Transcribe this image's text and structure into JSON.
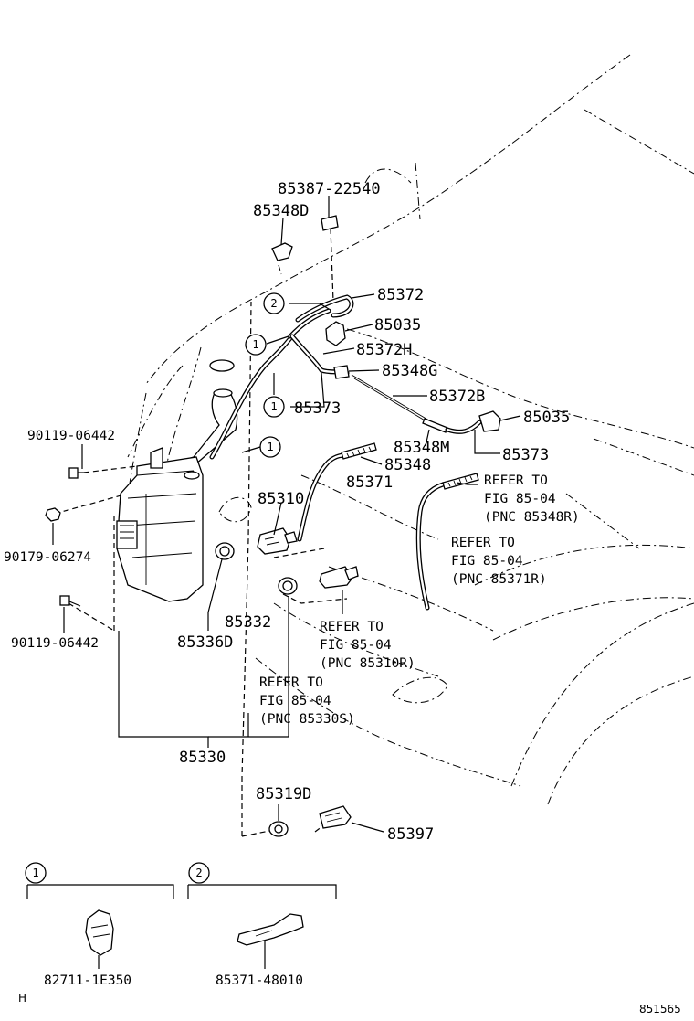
{
  "labels": {
    "p85387": "85387-22540",
    "p85348D": "85348D",
    "p85372": "85372",
    "p85035a": "85035",
    "p85372H": "85372H",
    "p85348G": "85348G",
    "p85373a": "85373",
    "p85372B": "85372B",
    "p85035b": "85035",
    "p85348M": "85348M",
    "p85373b": "85373",
    "p85348": "85348",
    "p85371": "85371",
    "p85310": "85310",
    "p90119a": "90119-06442",
    "p90179": "90179-06274",
    "p90119b": "90119-06442",
    "p85332": "85332",
    "p85336D": "85336D",
    "p85330": "85330",
    "p85319D": "85319D",
    "p85397": "85397",
    "p82711": "82711-1E350",
    "p85371_48010": "85371-48010"
  },
  "refs": {
    "r1": [
      "REFER TO",
      "FIG 85-04",
      "(PNC 85348R)"
    ],
    "r2": [
      "REFER TO",
      "FIG 85-04",
      "(PNC 85371R)"
    ],
    "r3": [
      "REFER TO",
      "FIG 85-04",
      "(PNC 85310R)"
    ],
    "r4": [
      "REFER TO",
      "FIG 85-04",
      "(PNC 85330S)"
    ]
  },
  "callouts": {
    "c1": "1",
    "c2": "2"
  },
  "footer": {
    "left_mark": "H",
    "figure_id": "851565"
  }
}
